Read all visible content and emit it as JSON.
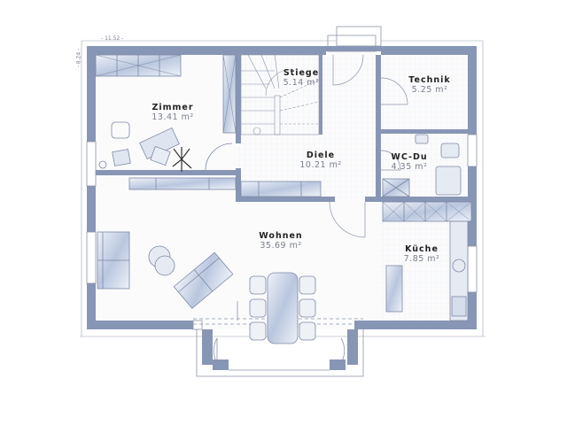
{
  "plan": {
    "dimensions": {
      "width": "- 11.52 -",
      "depth": "- 8.24 -"
    },
    "colors": {
      "wall": "#8896b5",
      "wall_dark": "#6f7fa3",
      "line": "#8a93a8",
      "floor": "#f7f8fa",
      "furniture_fill": "#c9d3e6"
    },
    "rooms": [
      {
        "name": "Zimmer",
        "area": "13.41 m²"
      },
      {
        "name": "Stiege",
        "area": "5.14 m²"
      },
      {
        "name": "Technik",
        "area": "5.25 m²"
      },
      {
        "name": "Diele",
        "area": "10.21 m²"
      },
      {
        "name": "WC-Du",
        "area": "4.35 m²"
      },
      {
        "name": "Wohnen",
        "area": "35.69 m²"
      },
      {
        "name": "Küche",
        "area": "7.85 m²"
      }
    ]
  }
}
